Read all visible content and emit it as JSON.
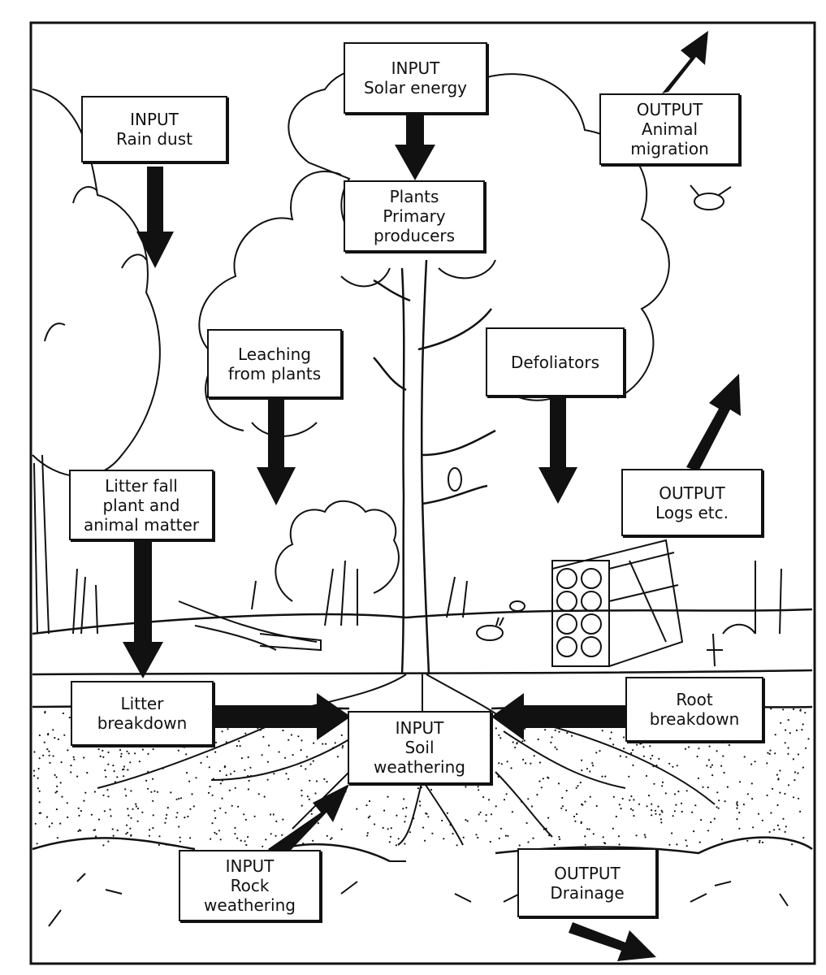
{
  "diagram": {
    "boxes": {
      "rain_dust": {
        "lines": [
          "INPUT",
          "Rain dust"
        ]
      },
      "solar_energy": {
        "lines": [
          "INPUT",
          "Solar energy"
        ]
      },
      "plants": {
        "lines": [
          "Plants",
          "Primary",
          "producers"
        ]
      },
      "animal_migration": {
        "lines": [
          "OUTPUT",
          "Animal",
          "migration"
        ]
      },
      "leaching": {
        "lines": [
          "Leaching",
          "from plants"
        ]
      },
      "defoliators": {
        "lines": [
          "Defoliators"
        ]
      },
      "litter_fall": {
        "lines": [
          "Litter fall",
          "plant and",
          "animal matter"
        ]
      },
      "logs": {
        "lines": [
          "OUTPUT",
          "Logs etc."
        ]
      },
      "litter_breakdown": {
        "lines": [
          "Litter",
          "breakdown"
        ]
      },
      "soil_weathering": {
        "lines": [
          "INPUT",
          "Soil",
          "weathering"
        ]
      },
      "root_breakdown": {
        "lines": [
          "Root",
          "breakdown"
        ]
      },
      "rock_weathering": {
        "lines": [
          "INPUT",
          "Rock",
          "weathering"
        ]
      },
      "drainage": {
        "lines": [
          "OUTPUT",
          "Drainage"
        ]
      }
    },
    "colors": {
      "ink": "#111111",
      "paper": "#ffffff"
    }
  }
}
